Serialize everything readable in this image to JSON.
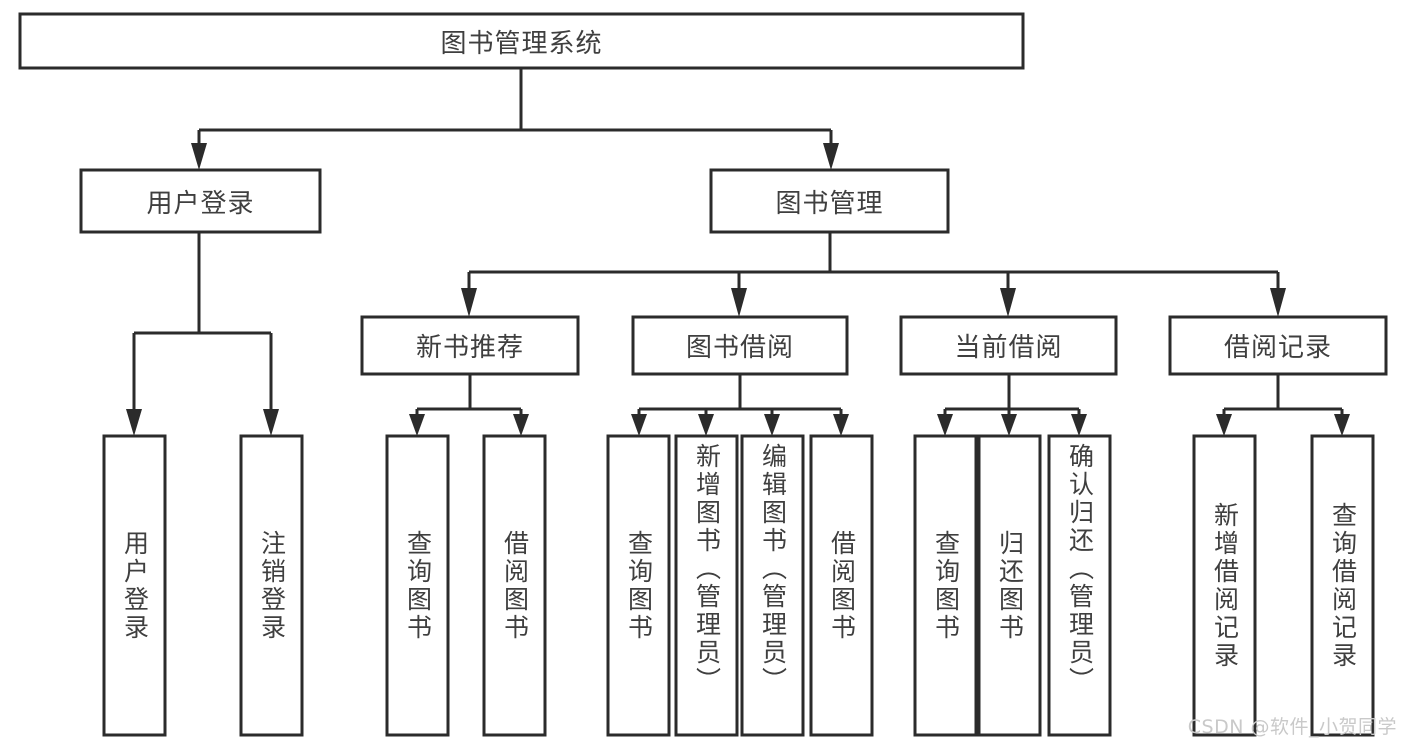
{
  "diagram": {
    "type": "tree-hierarchy",
    "title": "图书管理系统",
    "watermark": "CSDN @软件_小贺同学",
    "colors": {
      "stroke": "#2b2b2b",
      "fill": "#ffffff",
      "text": "#3f3f3f",
      "background": "#ffffff",
      "watermark": "#c9c9c9"
    },
    "root": {
      "label": "图书管理系统"
    },
    "level2": [
      {
        "label": "用户登录"
      },
      {
        "label": "图书管理"
      }
    ],
    "level3": [
      {
        "label": "新书推荐"
      },
      {
        "label": "图书借阅"
      },
      {
        "label": "当前借阅"
      },
      {
        "label": "借阅记录"
      }
    ],
    "leaves": {
      "user_login": [
        {
          "label": "用户登录"
        },
        {
          "label": "注销登录"
        }
      ],
      "new_book_recommend": [
        {
          "label": "查询图书"
        },
        {
          "label": "借阅图书"
        }
      ],
      "book_borrow": [
        {
          "label": "查询图书"
        },
        {
          "label": "新增图书（管理员）"
        },
        {
          "label": "编辑图书（管理员）"
        },
        {
          "label": "借阅图书"
        }
      ],
      "current_borrow": [
        {
          "label": "查询图书"
        },
        {
          "label": "归还图书"
        },
        {
          "label": "确认归还（管理员）"
        }
      ],
      "borrow_record": [
        {
          "label": "新增借阅记录"
        },
        {
          "label": "查询借阅记录"
        }
      ]
    }
  }
}
